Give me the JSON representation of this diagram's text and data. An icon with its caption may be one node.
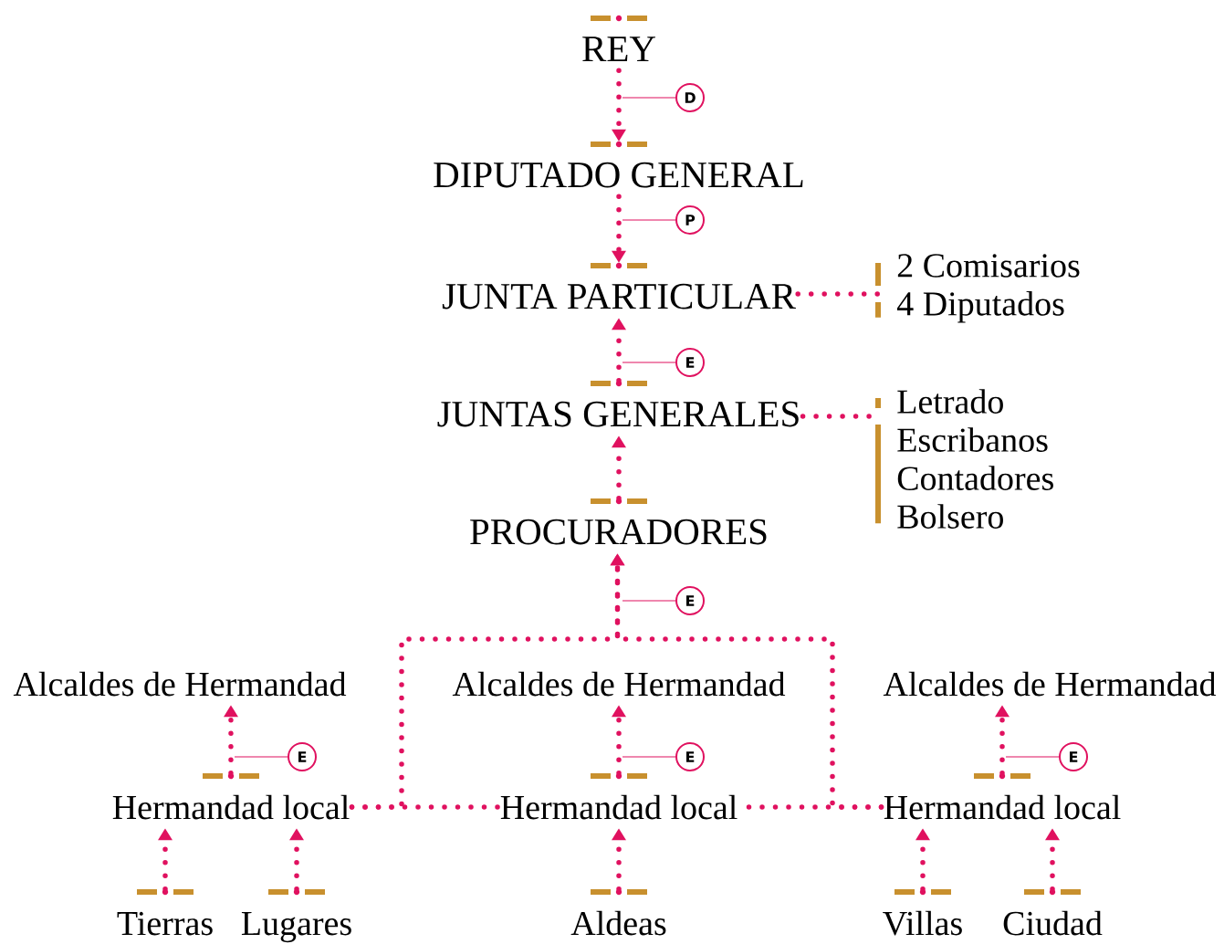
{
  "diagram": {
    "nodes": [
      {
        "text": [
          "REY"
        ]
      },
      {
        "text": [
          "DIPUTADO GENERAL"
        ]
      },
      {
        "text": [
          "JUNTA PARTICULAR"
        ]
      },
      {
        "text": [
          "JUNTAS GENERALES"
        ]
      },
      {
        "text": [
          "PROCURADORES"
        ]
      },
      {
        "text": [
          "Alcaldes de Hermandad"
        ]
      },
      {
        "text": [
          "Alcaldes de Hermandad"
        ]
      },
      {
        "text": [
          "Alcaldes de Hermandad"
        ]
      },
      {
        "text": [
          "Hermandad local"
        ]
      },
      {
        "text": [
          "Hermandad local"
        ]
      },
      {
        "text": [
          "Hermandad local"
        ]
      },
      {
        "text": [
          "Tierras"
        ]
      },
      {
        "text": [
          "Lugares"
        ]
      },
      {
        "text": [
          "Aldeas"
        ]
      },
      {
        "text": [
          "Villas"
        ]
      },
      {
        "text": [
          "Ciudad"
        ]
      },
      {
        "text": [
          "2 Comisarios",
          "4 Diputados"
        ]
      },
      {
        "text": [
          "Letrado",
          "Escribanos",
          "Contadores",
          "Bolsero"
        ]
      }
    ],
    "edges": [
      {
        "from": 0,
        "to": 1,
        "arrow": "to",
        "label": "D"
      },
      {
        "from": 1,
        "to": 2,
        "arrow": "to",
        "label": "P"
      },
      {
        "from": 3,
        "to": 2,
        "arrow": "to",
        "label": "E"
      },
      {
        "from": 4,
        "to": 3,
        "arrow": "to"
      },
      {
        "from": 8,
        "to": 4,
        "arrow": "to",
        "label": "E"
      },
      {
        "from": 10,
        "to": 4,
        "arrow": "to"
      },
      {
        "from": 8,
        "to": 9,
        "arrow": "none"
      },
      {
        "from": 10,
        "to": 9,
        "arrow": "none"
      },
      {
        "from": 8,
        "to": 5,
        "arrow": "to",
        "label": "E"
      },
      {
        "from": 9,
        "to": 6,
        "arrow": "to",
        "label": "E"
      },
      {
        "from": 10,
        "to": 7,
        "arrow": "to",
        "label": "E"
      },
      {
        "from": 11,
        "to": 8,
        "arrow": "to"
      },
      {
        "from": 12,
        "to": 8,
        "arrow": "to"
      },
      {
        "from": 13,
        "to": 9,
        "arrow": "to"
      },
      {
        "from": 14,
        "to": 10,
        "arrow": "to"
      },
      {
        "from": 15,
        "to": 10,
        "arrow": "to"
      },
      {
        "from": 2,
        "to": 16,
        "arrow": "none"
      },
      {
        "from": 3,
        "to": 17,
        "arrow": "none"
      }
    ]
  }
}
